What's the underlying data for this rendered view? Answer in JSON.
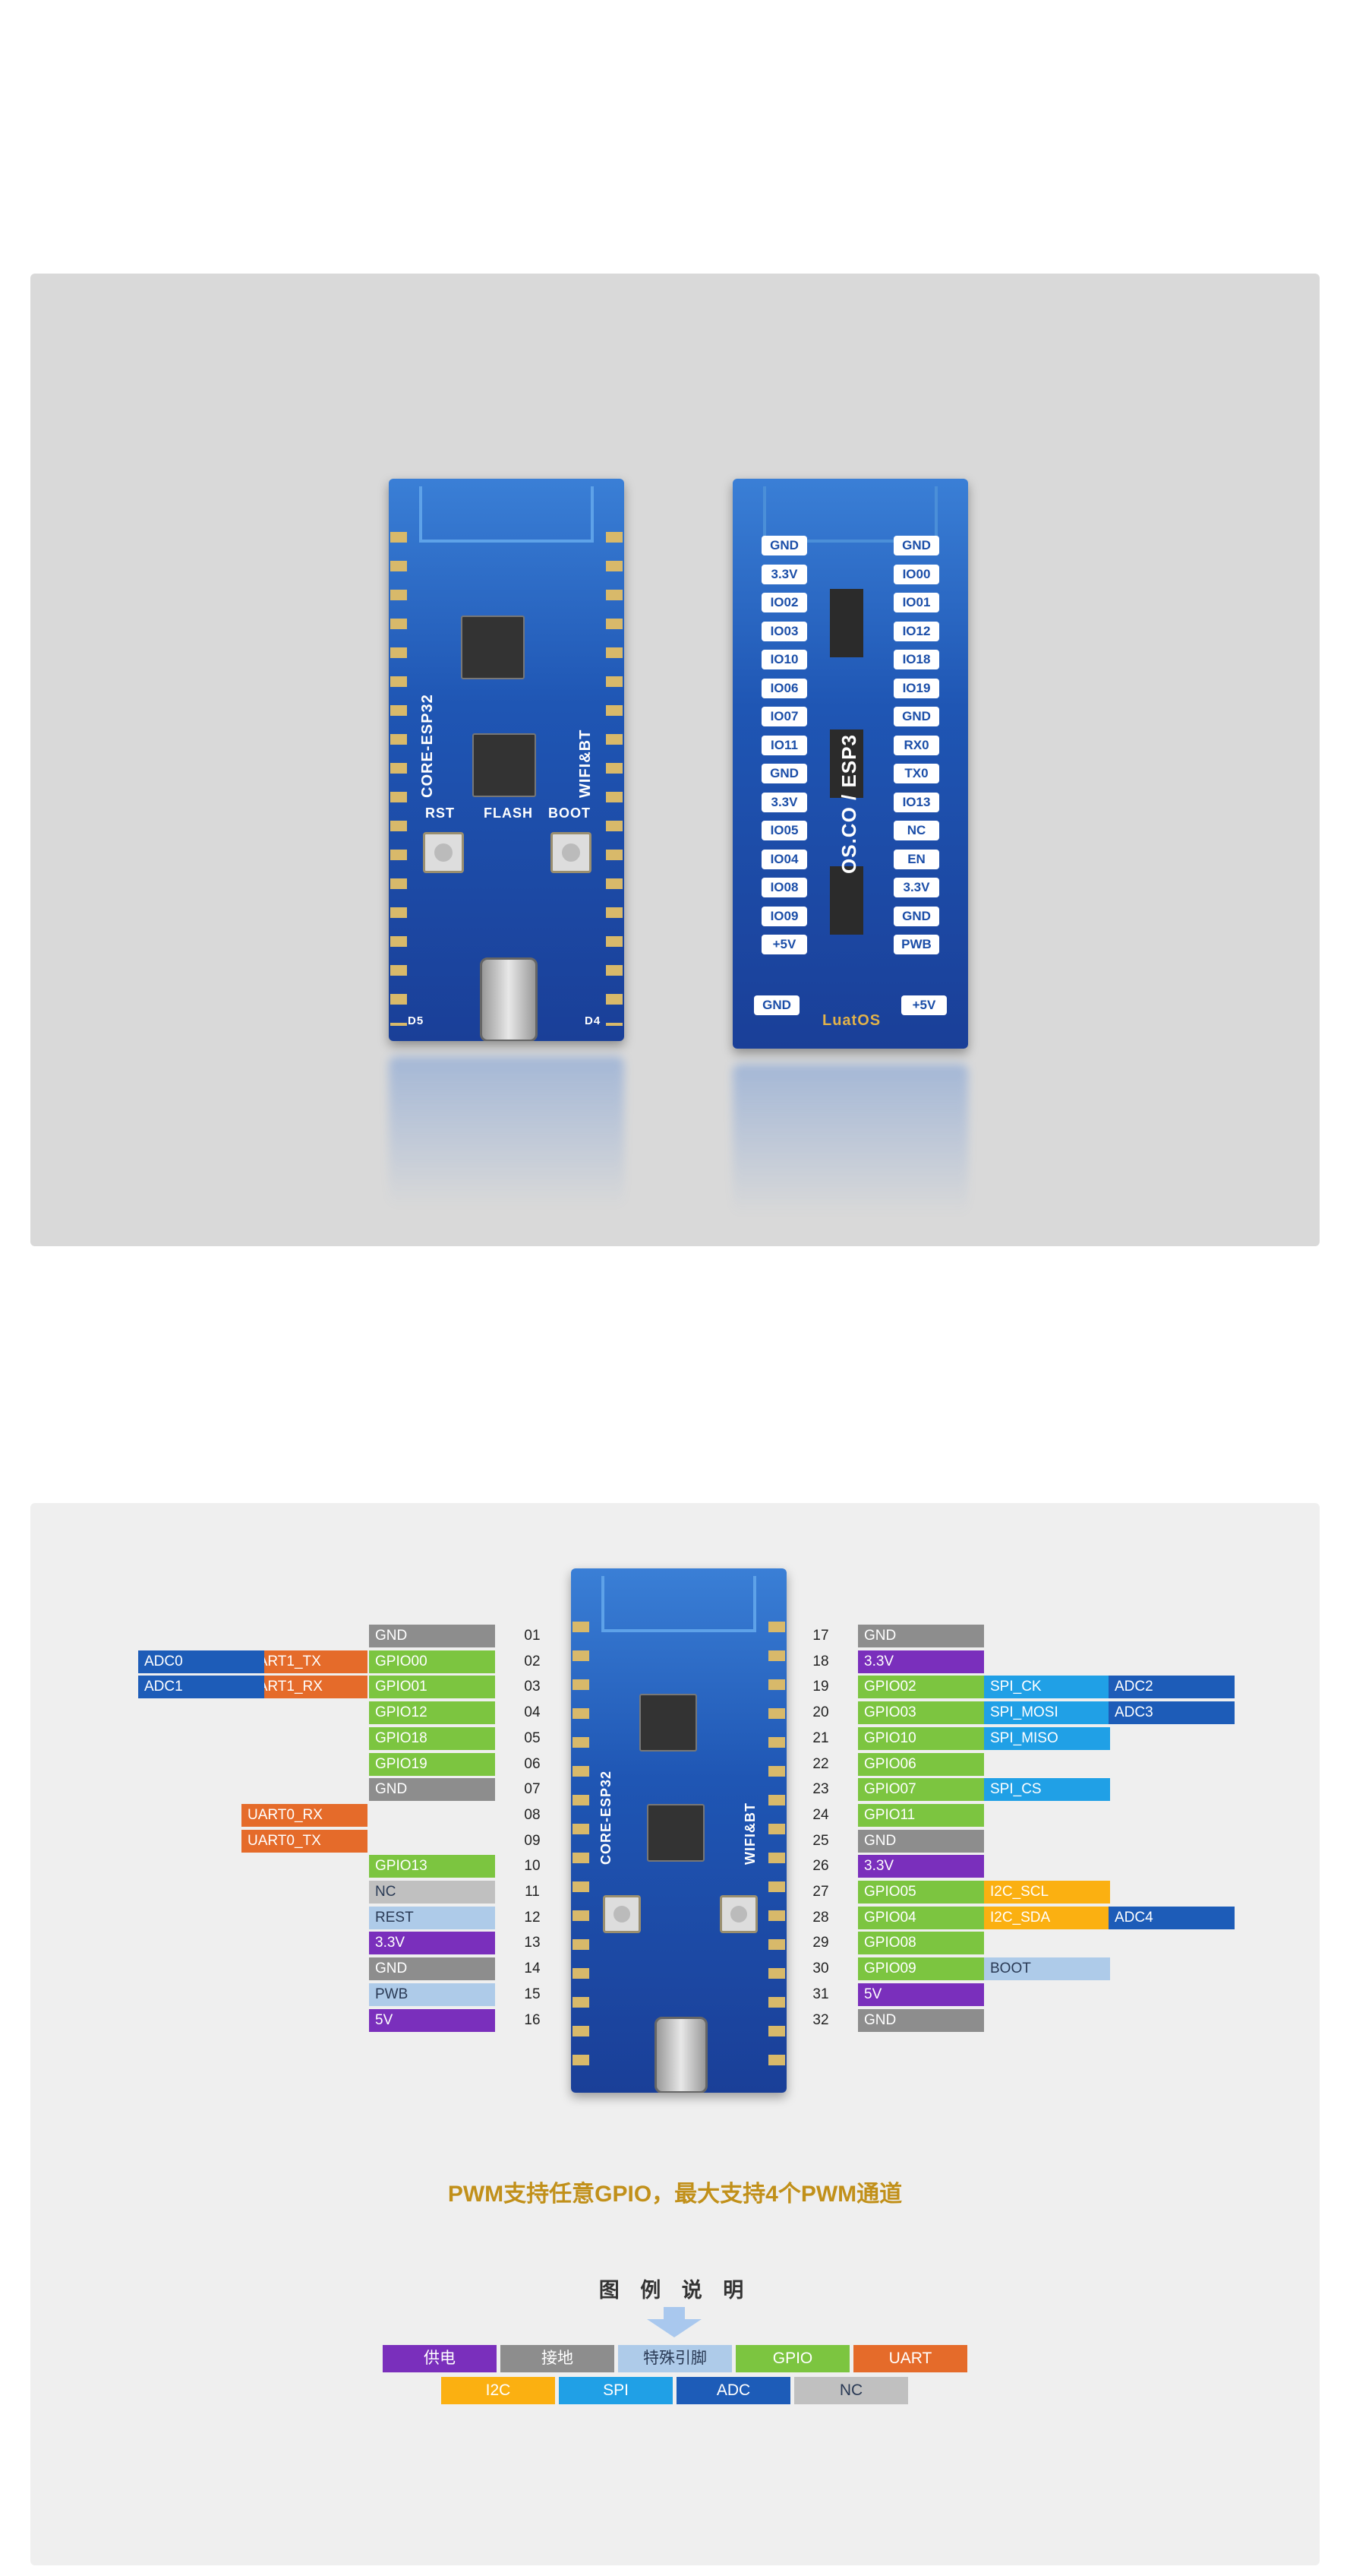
{
  "front_board": {
    "title": "CORE-ESP32",
    "wifi": "WIFI&BT",
    "rst": "RST",
    "flash": "FLASH",
    "boot": "BOOT",
    "led_left": "D5",
    "led_right": "D4"
  },
  "back_board": {
    "left_pins": [
      "GND",
      "3.3V",
      "IO02",
      "IO03",
      "IO10",
      "IO06",
      "IO07",
      "IO11",
      "GND",
      "3.3V",
      "IO05",
      "IO04",
      "IO08",
      "IO09",
      "+5V"
    ],
    "right_pins": [
      "GND",
      "IO00",
      "IO01",
      "IO12",
      "IO18",
      "IO19",
      "GND",
      "RX0",
      "TX0",
      "IO13",
      "NC",
      "EN",
      "3.3V",
      "GND",
      "PWB"
    ],
    "bottom_left": "GND",
    "bottom_right": "+5V",
    "vertical_text": "OS.CO / ESP3",
    "logo": "LuatOS"
  },
  "pinout": {
    "left": [
      {
        "num": "01",
        "items": [
          {
            "label": "GND",
            "type": "gnd"
          }
        ]
      },
      {
        "num": "02",
        "items": [
          {
            "label": "GPIO00",
            "type": "gpio"
          },
          {
            "label": "UART1_TX",
            "type": "uart"
          },
          {
            "label": "ADC0",
            "type": "adc"
          }
        ]
      },
      {
        "num": "03",
        "items": [
          {
            "label": "GPIO01",
            "type": "gpio"
          },
          {
            "label": "UART1_RX",
            "type": "uart"
          },
          {
            "label": "ADC1",
            "type": "adc"
          }
        ]
      },
      {
        "num": "04",
        "items": [
          {
            "label": "GPIO12",
            "type": "gpio"
          }
        ]
      },
      {
        "num": "05",
        "items": [
          {
            "label": "GPIO18",
            "type": "gpio"
          }
        ]
      },
      {
        "num": "06",
        "items": [
          {
            "label": "GPIO19",
            "type": "gpio"
          }
        ]
      },
      {
        "num": "07",
        "items": [
          {
            "label": "GND",
            "type": "gnd"
          }
        ]
      },
      {
        "num": "08",
        "items": [
          {
            "label": "",
            "type": "none"
          },
          {
            "label": "UART0_RX",
            "type": "uart"
          }
        ]
      },
      {
        "num": "09",
        "items": [
          {
            "label": "",
            "type": "none"
          },
          {
            "label": "UART0_TX",
            "type": "uart"
          }
        ]
      },
      {
        "num": "10",
        "items": [
          {
            "label": "GPIO13",
            "type": "gpio"
          }
        ]
      },
      {
        "num": "11",
        "items": [
          {
            "label": "NC",
            "type": "nc"
          }
        ]
      },
      {
        "num": "12",
        "items": [
          {
            "label": "REST",
            "type": "special"
          }
        ]
      },
      {
        "num": "13",
        "items": [
          {
            "label": "3.3V",
            "type": "power"
          }
        ]
      },
      {
        "num": "14",
        "items": [
          {
            "label": "GND",
            "type": "gnd"
          }
        ]
      },
      {
        "num": "15",
        "items": [
          {
            "label": "PWB",
            "type": "special"
          }
        ]
      },
      {
        "num": "16",
        "items": [
          {
            "label": "5V",
            "type": "power"
          }
        ]
      }
    ],
    "right": [
      {
        "num": "17",
        "items": [
          {
            "label": "GND",
            "type": "gnd"
          }
        ]
      },
      {
        "num": "18",
        "items": [
          {
            "label": "3.3V",
            "type": "power"
          }
        ]
      },
      {
        "num": "19",
        "items": [
          {
            "label": "GPIO02",
            "type": "gpio"
          },
          {
            "label": "SPI_CK",
            "type": "spi"
          },
          {
            "label": "ADC2",
            "type": "adc"
          }
        ]
      },
      {
        "num": "20",
        "items": [
          {
            "label": "GPIO03",
            "type": "gpio"
          },
          {
            "label": "SPI_MOSI",
            "type": "spi"
          },
          {
            "label": "ADC3",
            "type": "adc"
          }
        ]
      },
      {
        "num": "21",
        "items": [
          {
            "label": "GPIO10",
            "type": "gpio"
          },
          {
            "label": "SPI_MISO",
            "type": "spi"
          }
        ]
      },
      {
        "num": "22",
        "items": [
          {
            "label": "GPIO06",
            "type": "gpio"
          }
        ]
      },
      {
        "num": "23",
        "items": [
          {
            "label": "GPIO07",
            "type": "gpio"
          },
          {
            "label": "SPI_CS",
            "type": "spi"
          }
        ]
      },
      {
        "num": "24",
        "items": [
          {
            "label": "GPIO11",
            "type": "gpio"
          }
        ]
      },
      {
        "num": "25",
        "items": [
          {
            "label": "GND",
            "type": "gnd"
          }
        ]
      },
      {
        "num": "26",
        "items": [
          {
            "label": "3.3V",
            "type": "power"
          }
        ]
      },
      {
        "num": "27",
        "items": [
          {
            "label": "GPIO05",
            "type": "gpio"
          },
          {
            "label": "I2C_SCL",
            "type": "i2c"
          }
        ]
      },
      {
        "num": "28",
        "items": [
          {
            "label": "GPIO04",
            "type": "gpio"
          },
          {
            "label": "I2C_SDA",
            "type": "i2c"
          },
          {
            "label": "ADC4",
            "type": "adc"
          }
        ]
      },
      {
        "num": "29",
        "items": [
          {
            "label": "GPIO08",
            "type": "gpio"
          }
        ]
      },
      {
        "num": "30",
        "items": [
          {
            "label": "GPIO09",
            "type": "gpio"
          },
          {
            "label": "BOOT",
            "type": "special"
          }
        ]
      },
      {
        "num": "31",
        "items": [
          {
            "label": "5V",
            "type": "power"
          }
        ]
      },
      {
        "num": "32",
        "items": [
          {
            "label": "GND",
            "type": "gnd"
          }
        ]
      }
    ]
  },
  "pwm_note": "PWM支持任意GPIO，最大支持4个PWM通道",
  "legend": {
    "title": "图 例 说 明",
    "row1": [
      {
        "label": "供电",
        "type": "power"
      },
      {
        "label": "接地",
        "type": "gnd"
      },
      {
        "label": "特殊引脚",
        "type": "special"
      },
      {
        "label": "GPIO",
        "type": "gpio"
      },
      {
        "label": "UART",
        "type": "uart"
      }
    ],
    "row2": [
      {
        "label": "I2C",
        "type": "i2c"
      },
      {
        "label": "SPI",
        "type": "spi"
      },
      {
        "label": "ADC",
        "type": "adc"
      },
      {
        "label": "NC",
        "type": "nc"
      }
    ]
  },
  "colors": {
    "power": "#7a2fbc",
    "gnd": "#8d8d8d",
    "special": "#aecbe9",
    "gpio": "#7cc540",
    "uart": "#e56b2a",
    "i2c": "#fbb011",
    "spi": "#20a0e6",
    "adc": "#1d5cb8",
    "nc": "#c0c0c0",
    "note": "#c1901a"
  }
}
